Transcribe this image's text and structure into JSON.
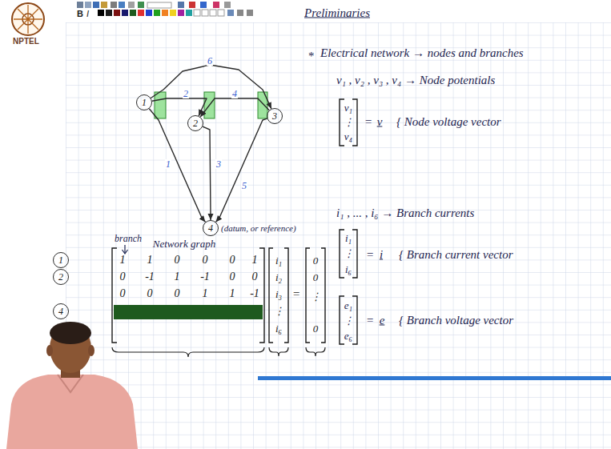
{
  "diagram": {
    "nodes": [
      {
        "text": [
          "1"
        ]
      },
      {
        "text": [
          "2"
        ]
      },
      {
        "text": [
          "3"
        ]
      },
      {
        "text": [
          "4"
        ]
      },
      {
        "text": [
          "1"
        ]
      },
      {
        "text": [
          "2"
        ]
      },
      {
        "text": [
          "4"
        ]
      }
    ],
    "edges": [
      {
        "from": 0,
        "to": 3,
        "arrow": "to",
        "label": "1"
      },
      {
        "from": 0,
        "to": 1,
        "arrow": "to",
        "label": "2"
      },
      {
        "from": 1,
        "to": 3,
        "arrow": "to",
        "label": "3"
      },
      {
        "from": 2,
        "to": 1,
        "arrow": "to",
        "label": "4"
      },
      {
        "from": 2,
        "to": 3,
        "arrow": "to",
        "label": "5"
      },
      {
        "from": 0,
        "to": 2,
        "arrow": "to",
        "label": "6"
      }
    ],
    "labels": [
      "B",
      "I",
      "NPTEL",
      "Preliminaries",
      "(datum, or reference)",
      "branch",
      "Network graph",
      "1",
      "1",
      "0",
      "0",
      "0",
      "1",
      "0",
      "-1",
      "1",
      "-1",
      "0",
      "0",
      "0",
      "0",
      "0",
      "1",
      "1",
      "-1",
      "i₁",
      "i₂",
      "i₃",
      "⋮",
      "i₆",
      "=",
      "0",
      "0",
      "⋮",
      "0",
      "*",
      "Electrical network → nodes and branches",
      "v₁ , v₂ , v₃ , v₄ → Node potentials",
      "v₁",
      "⋮",
      "v₄",
      "=",
      "v",
      "{ Node voltage vector",
      "i₁ , ... , i₆ → Branch currents",
      "i₁",
      "⋮",
      "i₆",
      "=",
      "i",
      "{ Branch current vector",
      "e₁",
      "⋮",
      "e₆",
      "=",
      "e",
      "{ Branch voltage vector"
    ]
  }
}
